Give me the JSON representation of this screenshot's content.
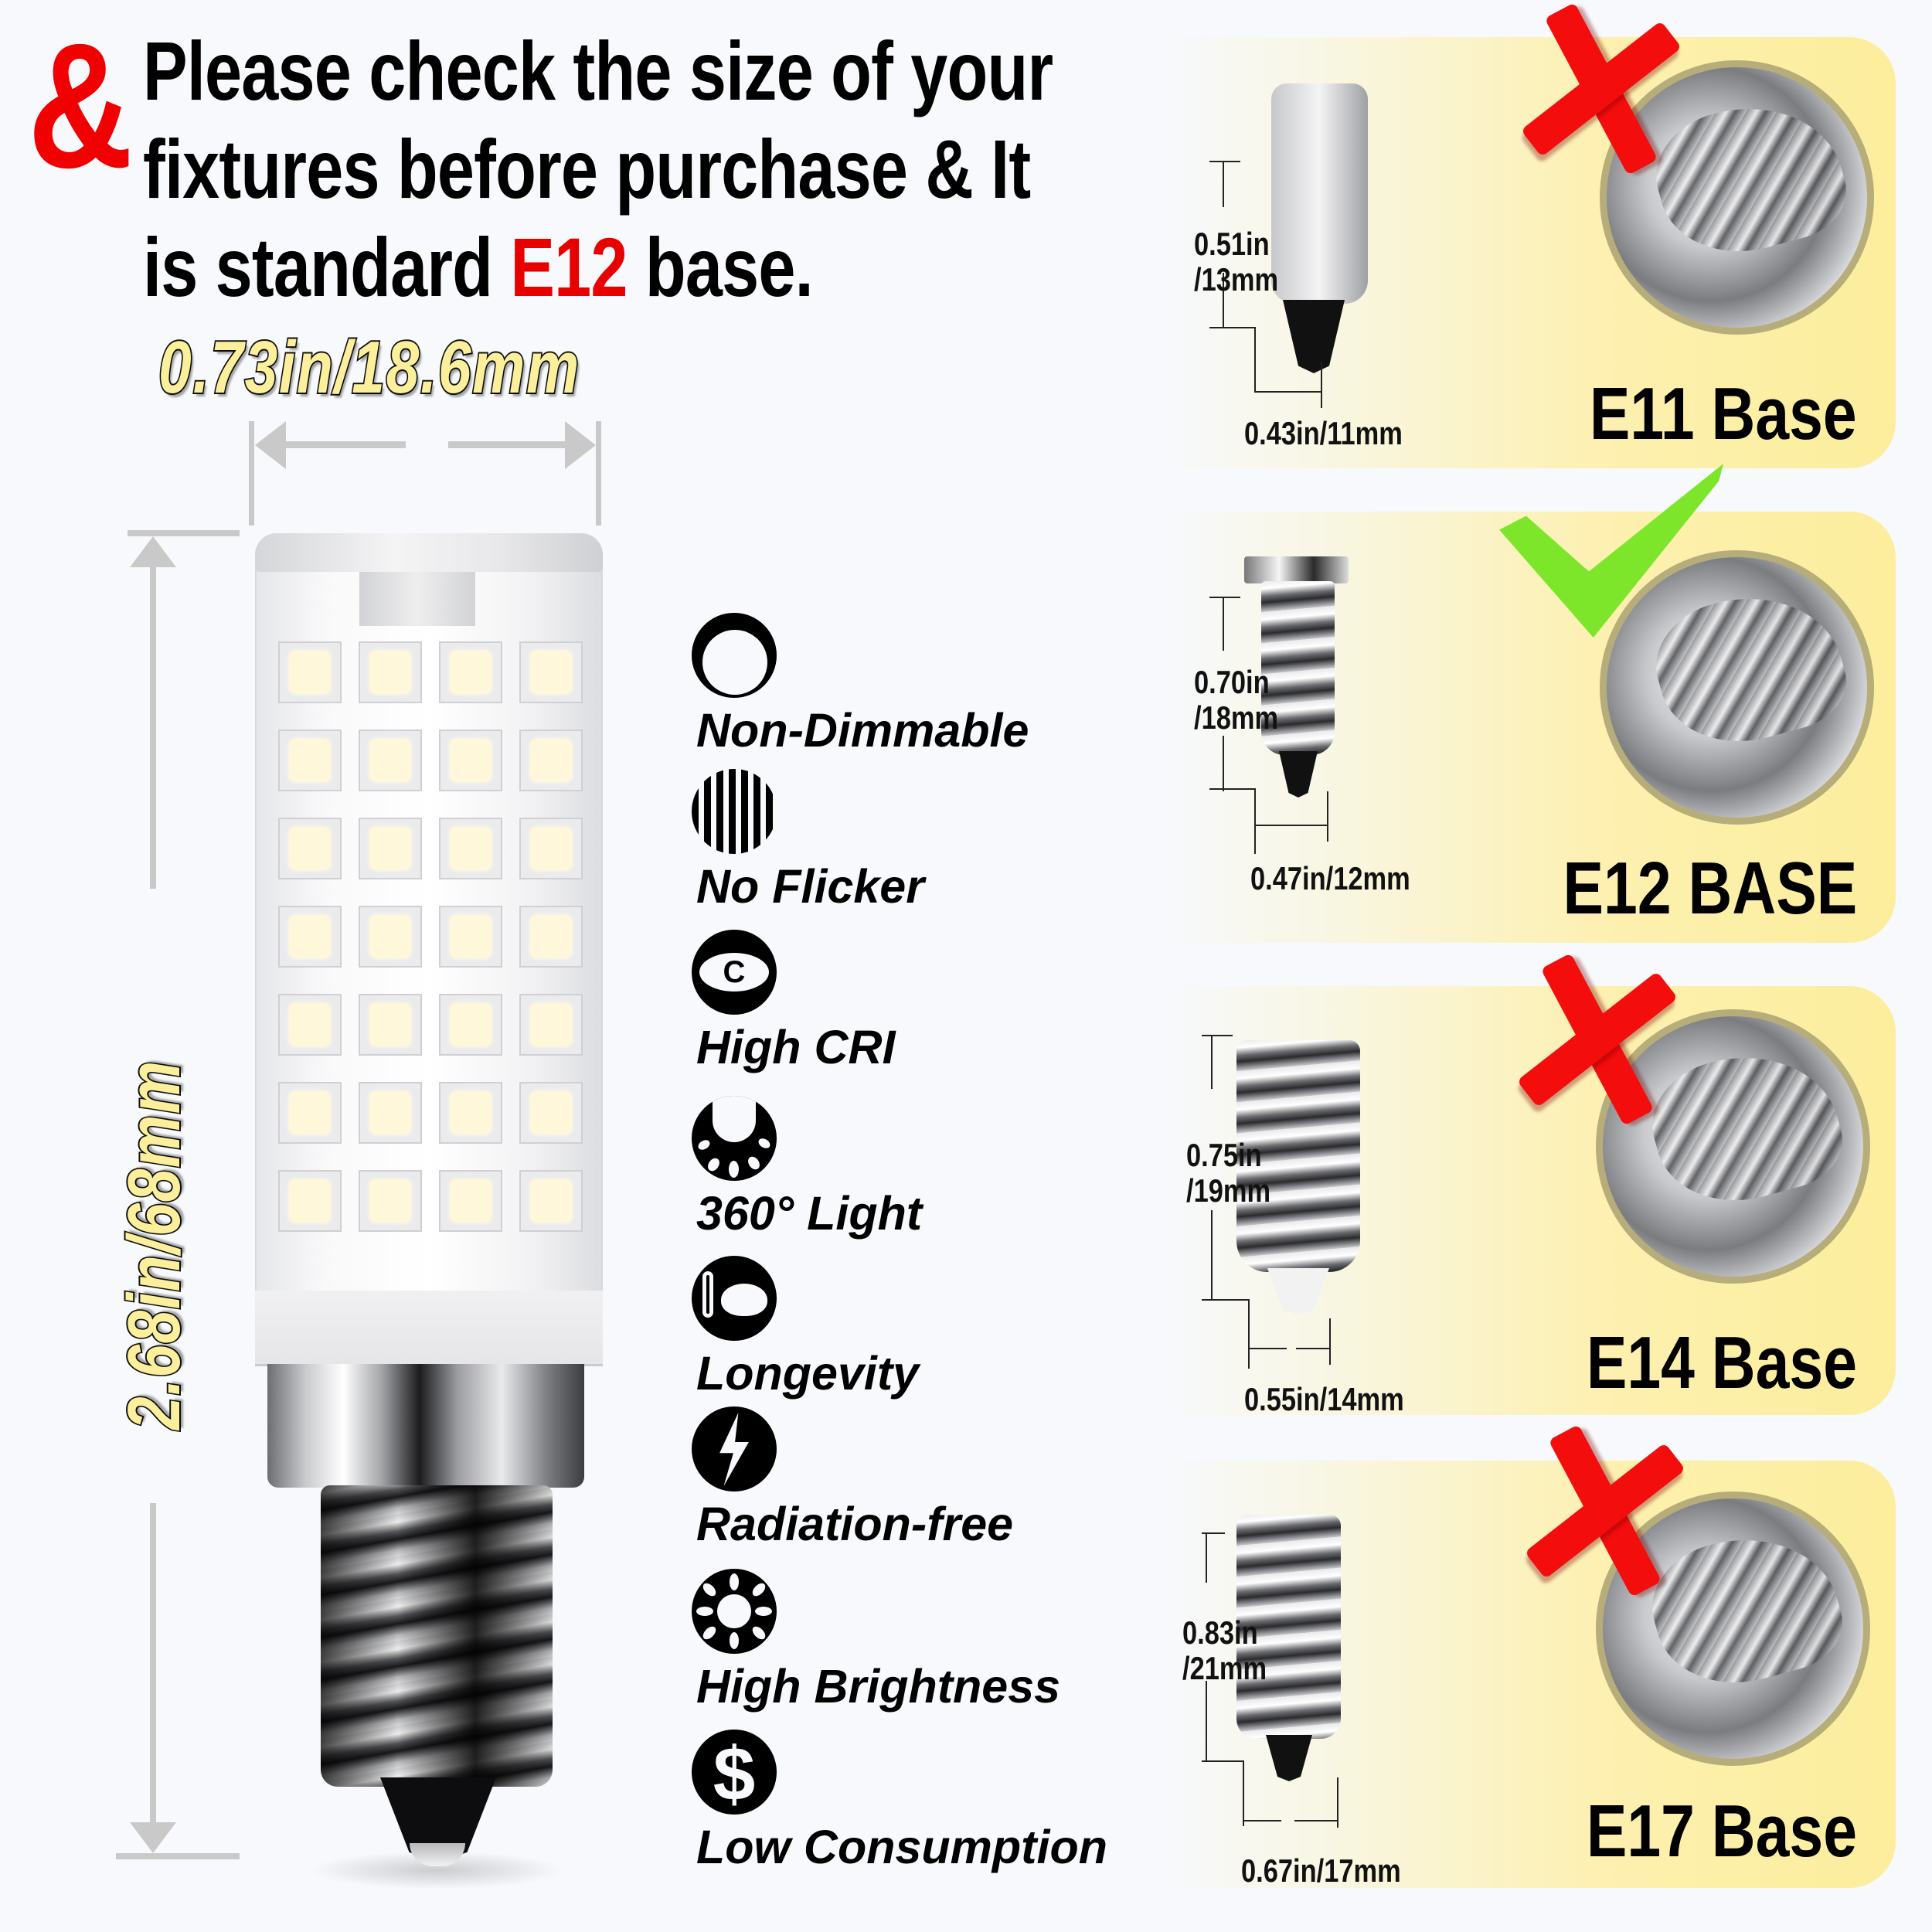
{
  "headline": {
    "ampersand": "&",
    "line1": "Please check the size of your",
    "line2": "fixtures before purchase & It",
    "line3_prefix": "is standard ",
    "line3_highlight": "E12",
    "line3_suffix": " base.",
    "highlight_color": "#e80000"
  },
  "product": {
    "width_label": "0.73in/18.6mm",
    "height_label": "2.68in/68mm",
    "label_color": "#fbef9c"
  },
  "features": [
    {
      "icon": "crescent-moon-icon",
      "label": "Non-Dimmable"
    },
    {
      "icon": "vertical-stripes-icon",
      "label": "No Flicker"
    },
    {
      "icon": "eye-icon",
      "label": "High CRI"
    },
    {
      "icon": "light-rays-360-icon",
      "label": "360° Light"
    },
    {
      "icon": "heart-ribbon-icon",
      "label": "Longevity"
    },
    {
      "icon": "lightning-bolt-icon",
      "label": "Radiation-free"
    },
    {
      "icon": "sun-icon",
      "label": "High Brightness"
    },
    {
      "icon": "dollar-icon",
      "label": "Low Consumption"
    }
  ],
  "bases": [
    {
      "name": "E11 Base",
      "height": "0.51in",
      "height_mm": "/13mm",
      "width": "0.43in/11mm",
      "status": "incompatible",
      "mark": "red-x"
    },
    {
      "name": "E12 BASE",
      "height": "0.70in",
      "height_mm": "/18mm",
      "width": "0.47in/12mm",
      "status": "compatible",
      "mark": "green-check"
    },
    {
      "name": "E14 Base",
      "height": "0.75in",
      "height_mm": "/19mm",
      "width": "0.55in/14mm",
      "status": "incompatible",
      "mark": "red-x"
    },
    {
      "name": "E17 Base",
      "height": "0.83in",
      "height_mm": "/21mm",
      "width": "0.67in/17mm",
      "status": "incompatible",
      "mark": "red-x"
    }
  ],
  "colors": {
    "card_yellow": "#fcee9c",
    "check_green": "#7ee62a",
    "cross_red": "#f40d0d",
    "background": "#f7f9fc"
  }
}
